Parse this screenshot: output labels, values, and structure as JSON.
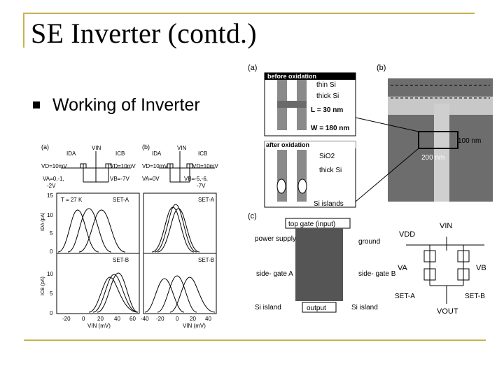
{
  "slide": {
    "title": "SE Inverter (contd.)",
    "bullet": "Working of Inverter",
    "colors": {
      "accent_line": "#c9b24e",
      "text": "#000000"
    },
    "bullet_icon": "square-bullet-icon"
  },
  "figure_left": {
    "panel_a_label": "(a)",
    "panel_b_label": "(b)",
    "circuit_a": {
      "i_da": "IDA",
      "v_in": "VIN",
      "i_cb": "ICB",
      "v_d": "VD=10mV",
      "v_d2": "VD=10mV",
      "v_a": "VA=0,-1,",
      "v_a2": "-2V",
      "v_b": "VB=-7V"
    },
    "circuit_b": {
      "i_da": "IDA",
      "v_in": "VIN",
      "i_cb": "ICB",
      "v_d": "VD=10mV",
      "v_d2": "VD=10mV",
      "v_a": "VA=0V",
      "v_b": "VB=-5,-6,",
      "v_b2": "-7V"
    },
    "temp": "T = 27 K",
    "set_a": "SET-A",
    "set_b": "SET-B",
    "y_top_label": "IDA (pA)",
    "y_bot_label": "ICB (pA)",
    "y_ticks_top": [
      "15",
      "10",
      "5",
      "0"
    ],
    "y_ticks_bot": [
      "10",
      "5",
      "0"
    ],
    "x_ticks_a": [
      "-20",
      "0",
      "20",
      "40",
      "60"
    ],
    "x_ticks_b": [
      "-40",
      "-20",
      "0",
      "20",
      "40"
    ],
    "x_label": "VIN (mV)"
  },
  "figure_right": {
    "panel_a_label": "(a)",
    "panel_b_label": "(b)",
    "panel_c_label": "(c)",
    "before_oxidation": "before oxidation",
    "thin_si": "thin Si",
    "thick_si": "thick Si",
    "l_dim": "L = 30 nm",
    "w_dim": "W = 180 nm",
    "after_oxidation": "after oxidation",
    "sio2": "SiO2",
    "thick_si_2": "thick Si",
    "si_islands": "Si islands",
    "scale_100": "100 nm",
    "scale_200": "200 nm",
    "top_gate": "top gate (input)",
    "power_supply": "power supply",
    "ground": "ground",
    "side_gate_a": "side- gate A",
    "side_gate_b": "side- gate B",
    "si_island_l": "Si island",
    "si_island_r": "Si island",
    "output": "output",
    "vdd": "VDD",
    "vin": "VIN",
    "va": "VA",
    "vb": "VB",
    "set_a": "SET-A",
    "set_b": "SET-B",
    "vout": "VOUT"
  }
}
